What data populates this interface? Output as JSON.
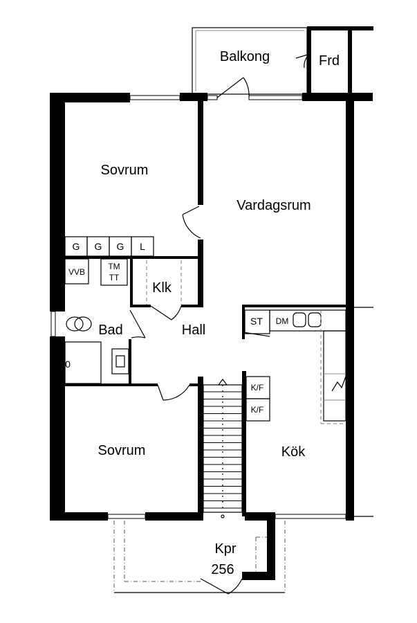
{
  "rooms": {
    "balkong": "Balkong",
    "frd": "Frd",
    "sovrum_top": "Sovrum",
    "vardagsrum": "Vardagsrum",
    "klk": "Klk",
    "bad": "Bad",
    "hall": "Hall",
    "kok": "Kök",
    "sovrum_bottom": "Sovrum",
    "kpr": "Kpr",
    "kpr_number": "256"
  },
  "fixtures": {
    "wardrobes": [
      "G",
      "G",
      "G",
      "L"
    ],
    "vvb": "VVB",
    "tm": "TM",
    "tt": "TT",
    "st": "ST",
    "dm": "DM",
    "kf_1": "K/F",
    "kf_2": "K/F",
    "bath_marker": "0"
  }
}
